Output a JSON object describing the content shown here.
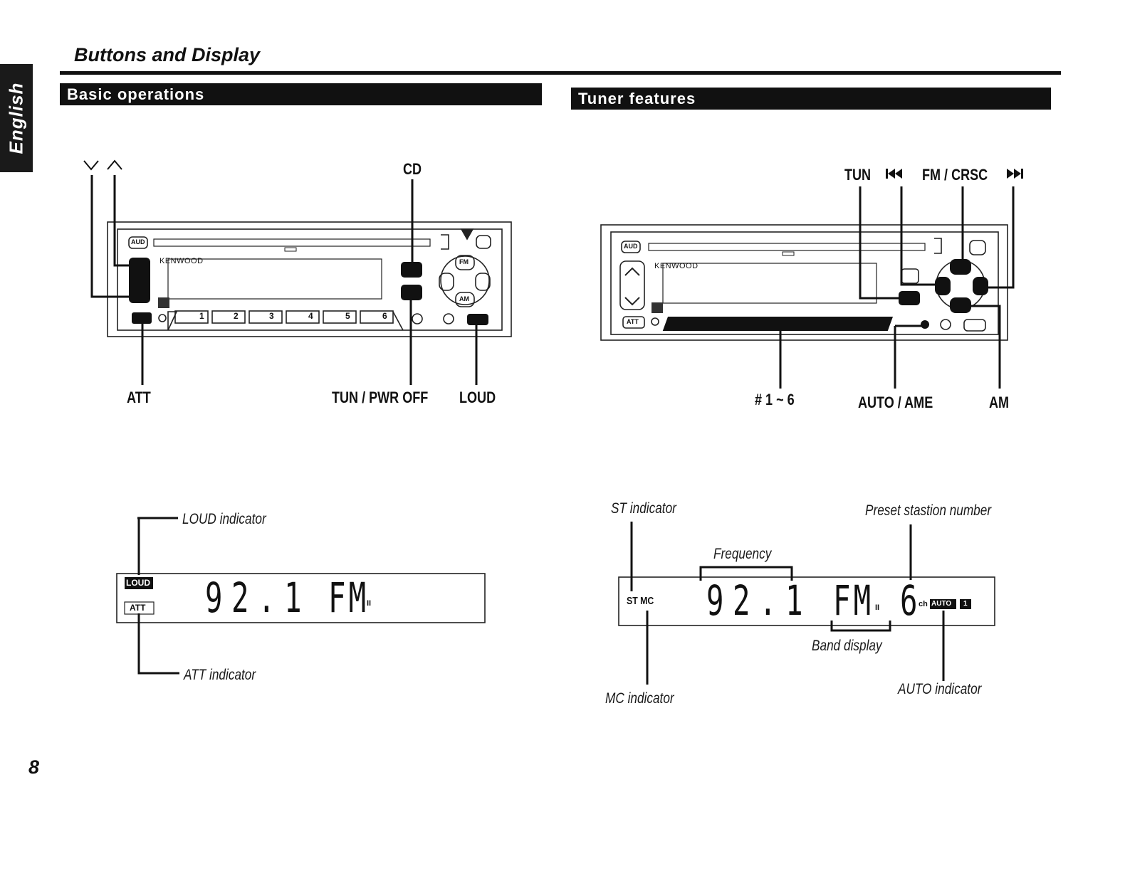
{
  "page": {
    "title": "Buttons and Display",
    "language_tab": "English",
    "page_number": "8"
  },
  "basic": {
    "heading": "Basic operations",
    "labels": {
      "cd": "CD",
      "att": "ATT",
      "tun_pwr_off": "TUN / PWR OFF",
      "loud": "LOUD"
    },
    "unit": {
      "brand": "KENWOOD",
      "aud": "AUD",
      "fm": "FM",
      "am": "AM",
      "presets": [
        "1",
        "2",
        "3",
        "4",
        "5",
        "6"
      ]
    },
    "display": {
      "loud_badge": "LOUD",
      "att_badge": "ATT",
      "frequency": "92.1",
      "band": "FM",
      "band_sub": "II"
    },
    "callouts": {
      "loud_indicator": "LOUD indicator",
      "att_indicator": "ATT indicator"
    }
  },
  "tuner": {
    "heading": "Tuner features",
    "labels": {
      "tun": "TUN",
      "fm_crsc": "FM / CRSC",
      "presets": "# 1 ~ 6",
      "auto_ame": "AUTO / AME",
      "am": "AM"
    },
    "unit": {
      "brand": "KENWOOD",
      "aud": "AUD",
      "att": "ATT"
    },
    "display": {
      "st_mc": "ST MC",
      "frequency": "92.1",
      "band": "FM",
      "band_sub": "II",
      "preset": "6",
      "ch": "ch",
      "auto_badge": "AUTO",
      "disc_badge": "1"
    },
    "callouts": {
      "st_indicator": "ST indicator",
      "preset_station_number": "Preset stastion number",
      "frequency": "Frequency",
      "band_display": "Band display",
      "mc_indicator": "MC indicator",
      "auto_indicator": "AUTO indicator"
    }
  }
}
